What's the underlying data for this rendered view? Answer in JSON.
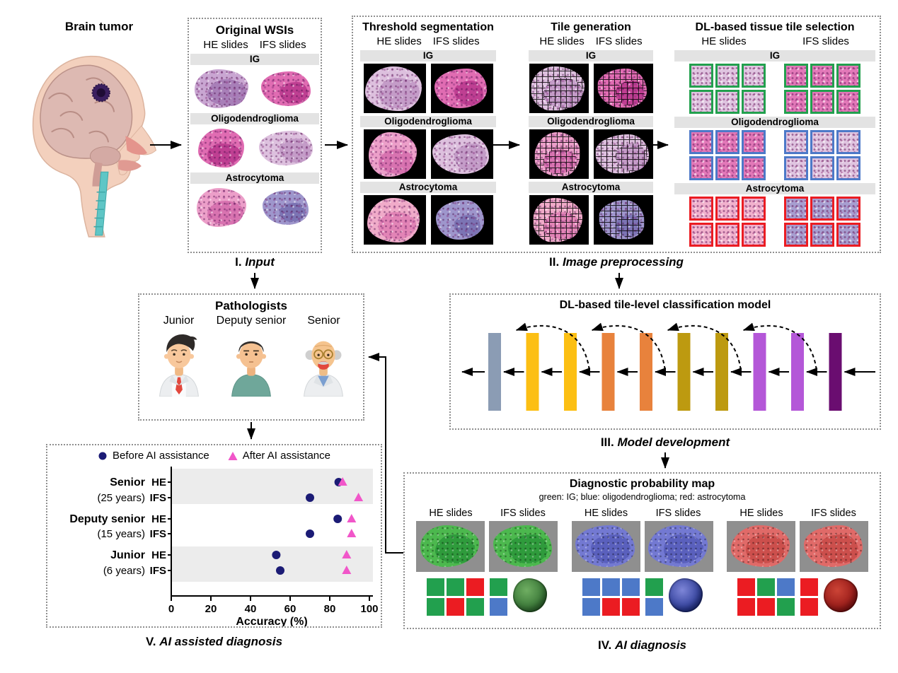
{
  "common": {
    "he_label": "HE slides",
    "ifs_label": "IFS slides",
    "groups": [
      "IG",
      "Oligodendroglioma",
      "Astrocytoma"
    ]
  },
  "brain": {
    "title": "Brain tumor"
  },
  "input_panel": {
    "title": "Original WSIs",
    "numeral": "I.",
    "stage": "Input"
  },
  "preprocess_panel": {
    "numeral": "II.",
    "stage": "Image preprocessing",
    "threshold_title": "Threshold segmentation",
    "tilegen_title": "Tile generation",
    "select_title": "DL-based tissue tile selection"
  },
  "pathologists_panel": {
    "title": "Pathologists",
    "roles": [
      "Junior",
      "Deputy senior",
      "Senior"
    ]
  },
  "model_panel": {
    "title": "DL-based tile-level classification model",
    "numeral": "III.",
    "stage": "Model development",
    "bar_colors": [
      "#8b9cb4",
      "#fcbf13",
      "#fcbf13",
      "#e8823c",
      "#e8823c",
      "#bd9a10",
      "#bd9a10",
      "#b457d8",
      "#b457d8",
      "#6a0d70"
    ]
  },
  "assisted_panel": {
    "numeral": "V.",
    "stage": "AI assisted diagnosis"
  },
  "diagnosis_panel": {
    "title": "Diagnostic probability map",
    "subtitle": "green: IG; blue: oligodendroglioma; red: astrocytoma",
    "numeral": "IV.",
    "stage": "AI diagnosis",
    "groups": [
      {
        "class_color": "green",
        "pred_grid": [
          [
            "green",
            "green",
            "red"
          ],
          [
            "green",
            "red",
            "green"
          ]
        ],
        "pred_col": [
          "green",
          "blue"
        ]
      },
      {
        "class_color": "blue",
        "pred_grid": [
          [
            "blue",
            "blue",
            "blue"
          ],
          [
            "blue",
            "red",
            "red"
          ]
        ],
        "pred_col": [
          "green",
          "blue"
        ]
      },
      {
        "class_color": "red",
        "pred_grid": [
          [
            "red",
            "green",
            "blue"
          ],
          [
            "red",
            "red",
            "green"
          ]
        ],
        "pred_col": [
          "red",
          "red"
        ]
      }
    ]
  },
  "colors": {
    "green": "#22a04e",
    "blue": "#4d79c8",
    "red": "#eb1c22",
    "before_marker": "#1b1b75",
    "after_marker": "#f156c9",
    "band_gray": "#ececec",
    "label_band": "#e3e3e3"
  },
  "chart_data": {
    "type": "scatter",
    "xlabel": "Accuracy (%)",
    "xlim": [
      0,
      100
    ],
    "xticks": [
      0,
      20,
      40,
      60,
      80,
      100
    ],
    "legend": [
      {
        "label": "Before AI assistance",
        "marker": "circle",
        "color": "#1b1b75"
      },
      {
        "label": "After AI assistance",
        "marker": "triangle",
        "color": "#f156c9"
      }
    ],
    "rows": [
      {
        "group": "Senior",
        "years": "(25 years)",
        "slide": "HE",
        "before": 84.5,
        "after": 86.5
      },
      {
        "group": "Senior",
        "years": "(25 years)",
        "slide": "IFS",
        "before": 70,
        "after": 94.5
      },
      {
        "group": "Deputy senior",
        "years": "(15 years)",
        "slide": "HE",
        "before": 84,
        "after": 91
      },
      {
        "group": "Deputy senior",
        "years": "(15 years)",
        "slide": "IFS",
        "before": 70,
        "after": 91
      },
      {
        "group": "Junior",
        "years": "(6 years)",
        "slide": "HE",
        "before": 53,
        "after": 88.5
      },
      {
        "group": "Junior",
        "years": "(6 years)",
        "slide": "IFS",
        "before": 55,
        "after": 88.5
      }
    ],
    "row_bands": [
      "gray",
      "gray",
      "white",
      "white",
      "gray",
      "gray"
    ]
  }
}
